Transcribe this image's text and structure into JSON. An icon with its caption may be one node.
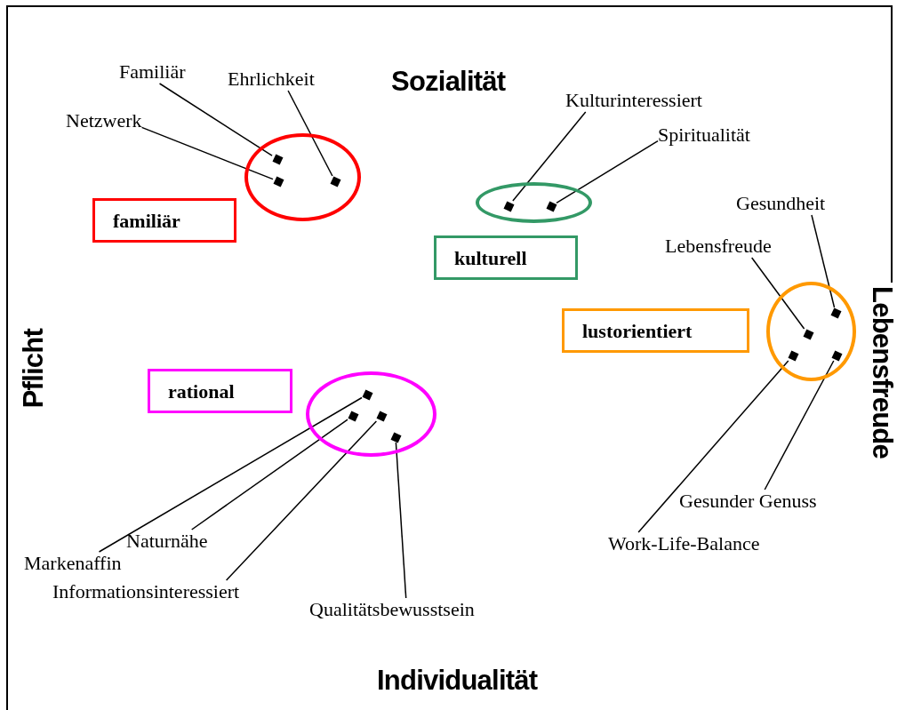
{
  "diagram": {
    "nodes": [
      {
        "text": [],
        "shape": "circle"
      },
      {
        "text": [],
        "shape": "diamond",
        "in": 0
      },
      {
        "text": [],
        "shape": "diamond",
        "in": 0
      },
      {
        "text": [],
        "shape": "diamond",
        "in": 0
      },
      {
        "text": [
          "Familiär"
        ]
      },
      {
        "text": [
          "Netzwerk"
        ]
      },
      {
        "text": [
          "Ehrlichkeit"
        ]
      },
      {
        "text": [
          "familiär"
        ]
      },
      {
        "text": [],
        "shape": "circle"
      },
      {
        "text": [],
        "shape": "diamond",
        "in": 8
      },
      {
        "text": [],
        "shape": "diamond",
        "in": 8
      },
      {
        "text": [
          "Kulturinteressiert"
        ]
      },
      {
        "text": [
          "Spiritualität"
        ]
      },
      {
        "text": [
          "kulturell"
        ]
      },
      {
        "text": [],
        "shape": "circle"
      },
      {
        "text": [],
        "shape": "diamond",
        "in": 14
      },
      {
        "text": [],
        "shape": "diamond",
        "in": 14
      },
      {
        "text": [],
        "shape": "diamond",
        "in": 14
      },
      {
        "text": [],
        "shape": "diamond",
        "in": 14
      },
      {
        "text": [
          "Gesundheit"
        ]
      },
      {
        "text": [
          "Lebensfreude"
        ]
      },
      {
        "text": [
          "lustorientiert"
        ]
      },
      {
        "text": [
          "Gesunder Genuss"
        ]
      },
      {
        "text": [
          "Work-Life-Balance"
        ]
      },
      {
        "text": [],
        "shape": "circle"
      },
      {
        "text": [],
        "shape": "diamond",
        "in": 24
      },
      {
        "text": [],
        "shape": "diamond",
        "in": 24
      },
      {
        "text": [],
        "shape": "diamond",
        "in": 24
      },
      {
        "text": [],
        "shape": "diamond",
        "in": 24
      },
      {
        "text": [
          "rational"
        ]
      },
      {
        "text": [
          "Naturnähe"
        ]
      },
      {
        "text": [
          "Markenaffin"
        ]
      },
      {
        "text": [
          "Informationsinteressiert"
        ]
      },
      {
        "text": [
          "Qualitätsbewusstsein"
        ]
      }
    ],
    "edges": [
      {
        "from": 4,
        "to": 1,
        "arrow": "none"
      },
      {
        "from": 5,
        "to": 2,
        "arrow": "none"
      },
      {
        "from": 6,
        "to": 3,
        "arrow": "none"
      },
      {
        "from": 11,
        "to": 9,
        "arrow": "none"
      },
      {
        "from": 12,
        "to": 10,
        "arrow": "none"
      },
      {
        "from": 19,
        "to": 15,
        "arrow": "none"
      },
      {
        "from": 20,
        "to": 16,
        "arrow": "none"
      },
      {
        "from": 23,
        "to": 17,
        "arrow": "none"
      },
      {
        "from": 22,
        "to": 18,
        "arrow": "none"
      },
      {
        "from": 31,
        "to": 25,
        "arrow": "none"
      },
      {
        "from": 30,
        "to": 26,
        "arrow": "none"
      },
      {
        "from": 32,
        "to": 27,
        "arrow": "none"
      },
      {
        "from": 33,
        "to": 28,
        "arrow": "none"
      }
    ],
    "labels": [
      "Sozialität",
      "Pflicht",
      "Lebensfreude",
      "Individualität"
    ]
  }
}
